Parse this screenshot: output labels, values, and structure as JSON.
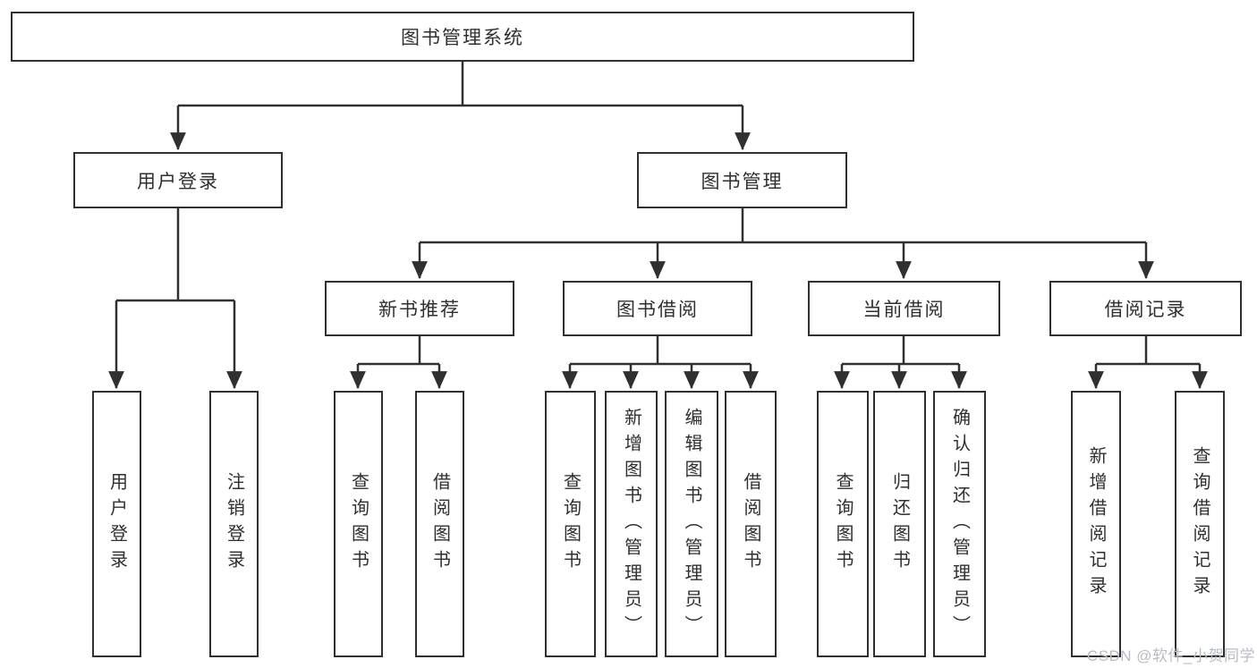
{
  "diagram": {
    "title": "图书管理系统",
    "nodes": {
      "root": {
        "label": "图书管理系统"
      },
      "level2": [
        {
          "label": "用户登录"
        },
        {
          "label": "图书管理"
        }
      ],
      "level3": [
        {
          "label": "新书推荐",
          "parent": "图书管理"
        },
        {
          "label": "图书借阅",
          "parent": "图书管理"
        },
        {
          "label": "当前借阅",
          "parent": "图书管理"
        },
        {
          "label": "借阅记录",
          "parent": "图书管理"
        }
      ],
      "leaves": [
        {
          "label": "用户登录",
          "parent": "用户登录"
        },
        {
          "label": "注销登录",
          "parent": "用户登录"
        },
        {
          "label": "查询图书",
          "parent": "新书推荐"
        },
        {
          "label": "借阅图书",
          "parent": "新书推荐"
        },
        {
          "label": "查询图书",
          "parent": "图书借阅"
        },
        {
          "label": "新增图书（管理员）",
          "parent": "图书借阅"
        },
        {
          "label": "编辑图书（管理员）",
          "parent": "图书借阅"
        },
        {
          "label": "借阅图书",
          "parent": "图书借阅"
        },
        {
          "label": "查询图书",
          "parent": "当前借阅"
        },
        {
          "label": "归还图书",
          "parent": "当前借阅"
        },
        {
          "label": "确认归还（管理员）",
          "parent": "当前借阅"
        },
        {
          "label": "新增借阅记录",
          "parent": "借阅记录"
        },
        {
          "label": "查询借阅记录",
          "parent": "借阅记录"
        }
      ]
    }
  },
  "watermark": {
    "text": "CSDN @软件_小贺同学"
  },
  "colors": {
    "line": "#303030",
    "text": "#2f2f2f",
    "background": "#ffffff",
    "watermark": "#b7bcc4"
  }
}
